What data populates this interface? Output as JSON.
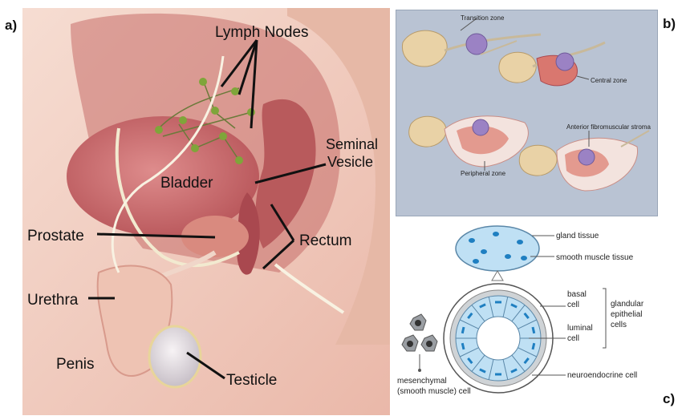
{
  "panel_letters": {
    "a": "a)",
    "b": "b)",
    "c": "c)"
  },
  "anatomy": {
    "lymph_nodes": "Lymph Nodes",
    "seminal_vesicle_line1": "Seminal",
    "seminal_vesicle_line2": "Vesicle",
    "bladder": "Bladder",
    "prostate": "Prostate",
    "rectum": "Rectum",
    "urethra": "Urethra",
    "penis": "Penis",
    "testicle": "Testicle"
  },
  "zones": {
    "transition": "Transition zone",
    "central": "Central zone",
    "anterior_stroma": "Anterior fibromuscular stroma",
    "peripheral": "Peripheral zone"
  },
  "histology": {
    "gland_tissue": "gland tissue",
    "smooth_muscle_tissue": "smooth muscle tissue",
    "basal_cell_line1": "basal",
    "basal_cell_line2": "cell",
    "luminal_cell_line1": "luminal",
    "luminal_cell_line2": "cell",
    "glandular_line1": "glandular",
    "glandular_line2": "epithelial",
    "glandular_line3": "cells",
    "neuroendocrine": "neuroendocrine cell",
    "mesenchymal_line1": "mesenchymal",
    "mesenchymal_line2": "(smooth muscle) cell"
  },
  "colors": {
    "skin": "#f3d3c6",
    "tissue_dark": "#b8565a",
    "bladder": "#c9676c",
    "prostate_violet": "#9b82c4",
    "panel_b_bg": "#b9c3d3",
    "gland_blue": "#bfe0f4",
    "nucleus_blue": "#1f7fc1"
  }
}
